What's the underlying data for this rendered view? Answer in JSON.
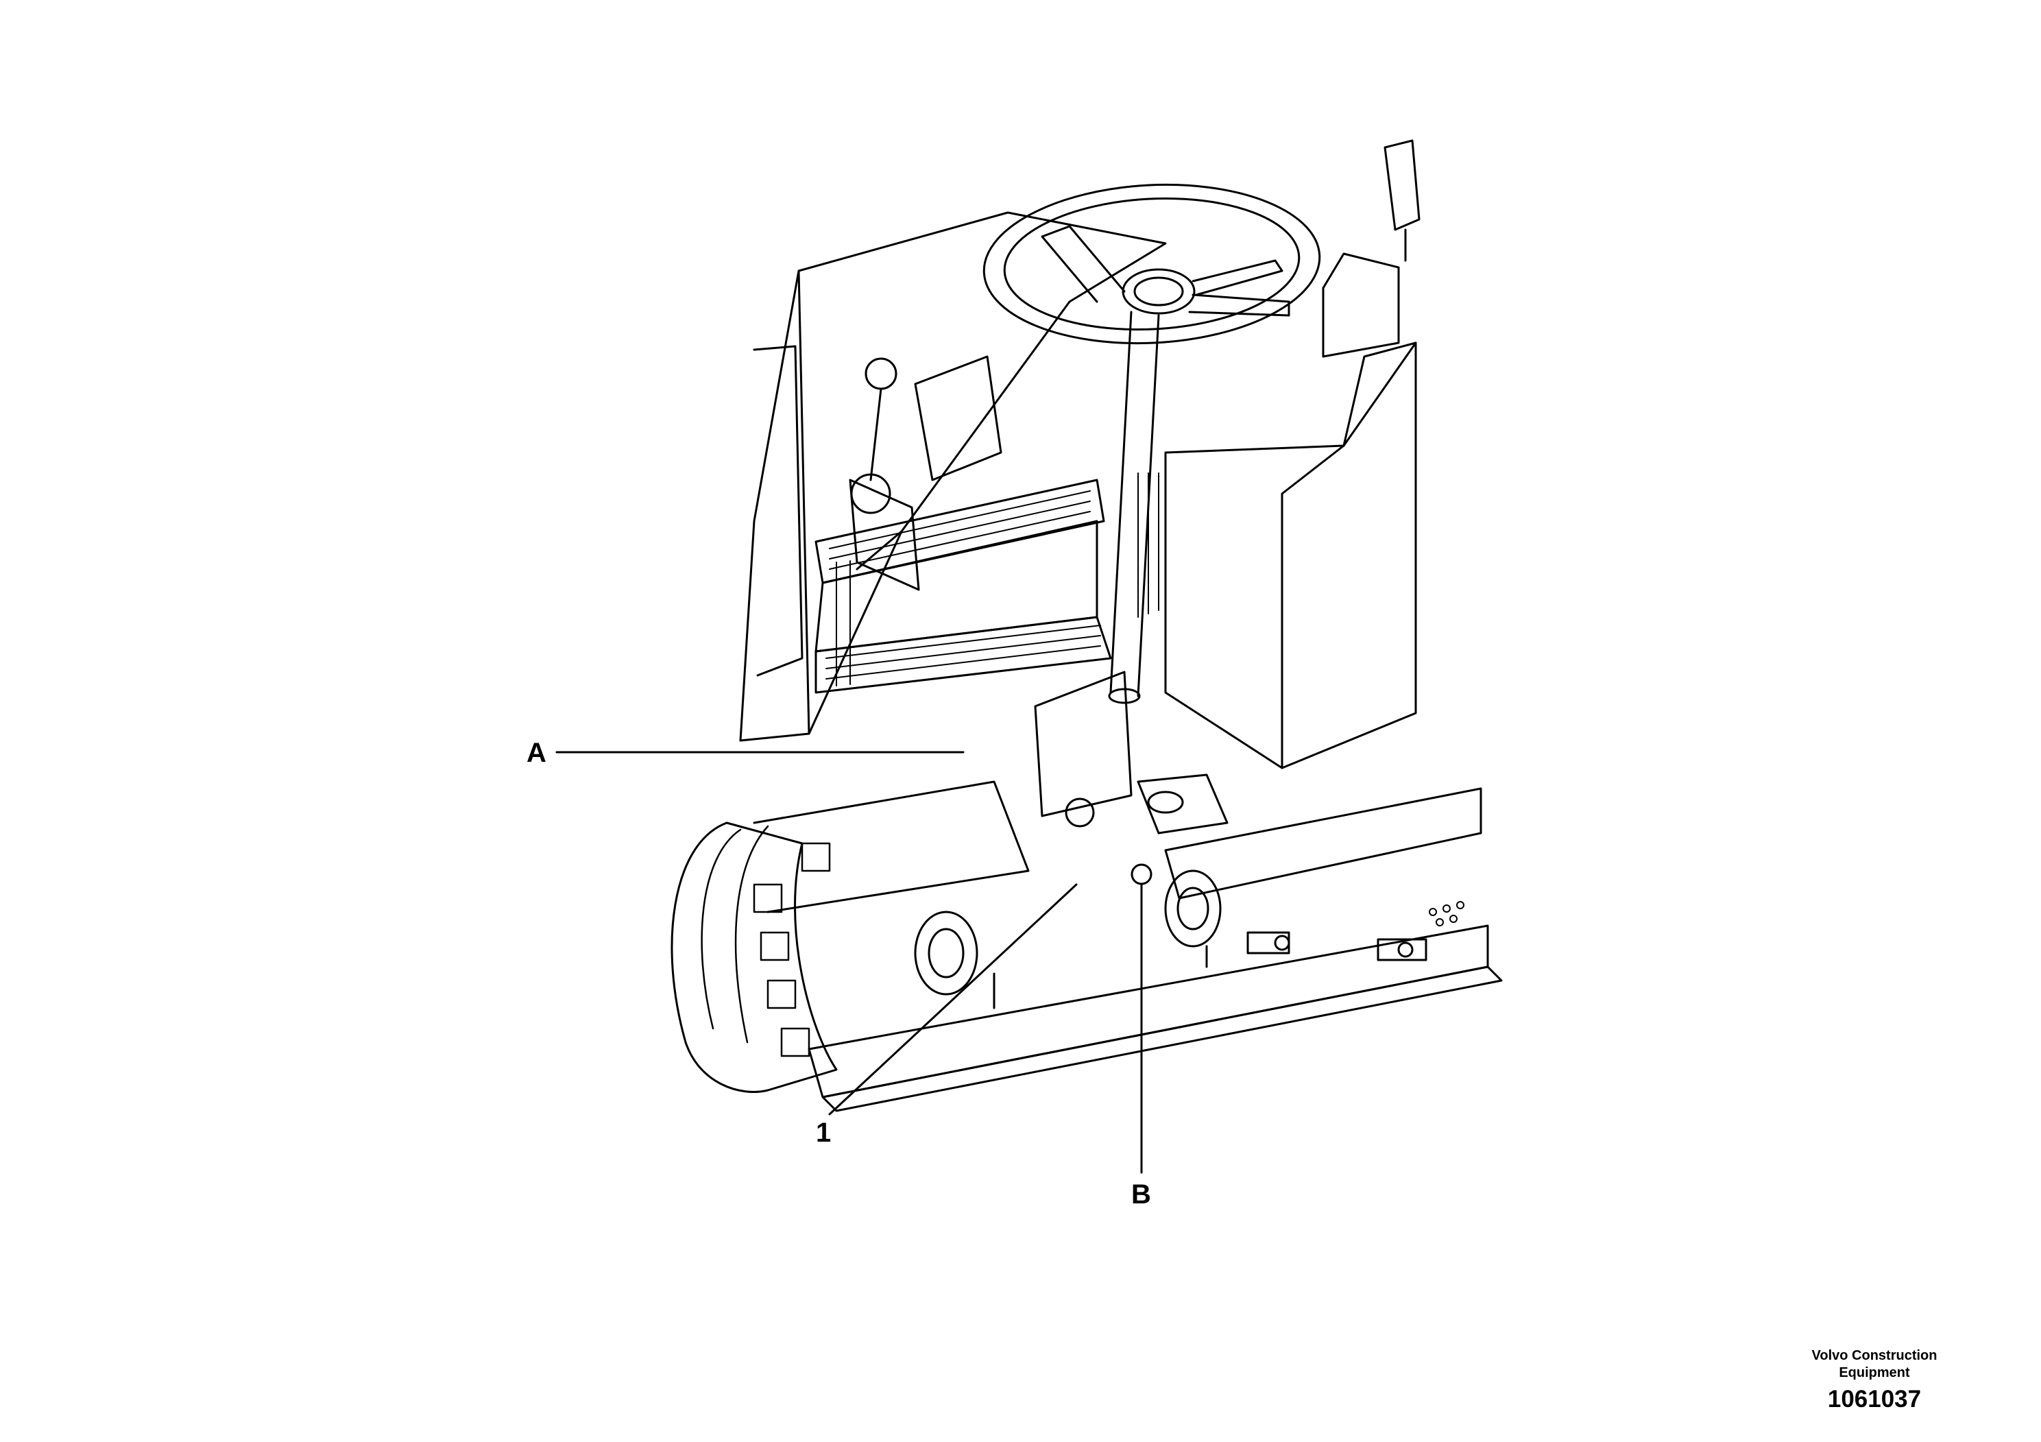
{
  "callouts": {
    "a": "A",
    "one": "1",
    "b": "B"
  },
  "footer": {
    "company": "Volvo Construction Equipment",
    "document_number": "1061037"
  },
  "colors": {
    "line": "#000000",
    "background": "#ffffff"
  }
}
